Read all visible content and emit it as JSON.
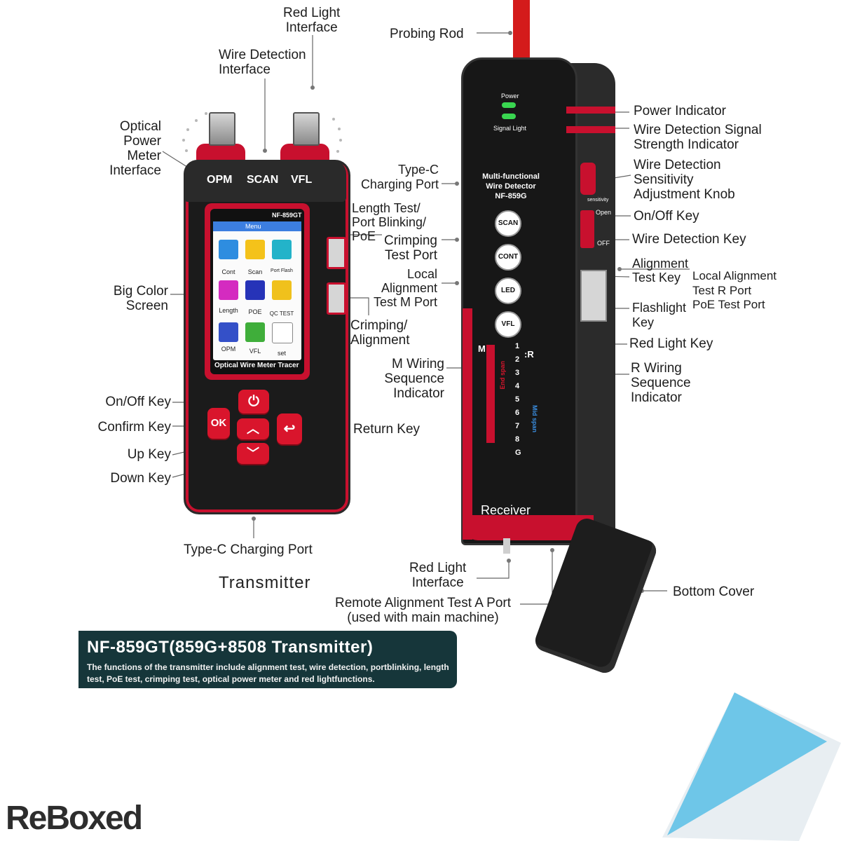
{
  "transmitter": {
    "top_labels": [
      "OPM",
      "SCAN",
      "VFL"
    ],
    "screen": {
      "model": "NF-859GT",
      "menu": "Menu",
      "tiles": [
        "Cont",
        "Scan",
        "Port Flash",
        "Length",
        "POE",
        "QC TEST",
        "OPM",
        "VFL",
        "set"
      ],
      "footer": "Optical Wire Meter Tracer"
    },
    "keys": {
      "ok": "OK"
    },
    "callouts": {
      "red_light_interface": "Red Light\nInterface",
      "wire_detection_interface": "Wire Detection\nInterface",
      "optical_power_meter_interface": "Optical\nPower\nMeter\nInterface",
      "big_color_screen": "Big Color\nScreen",
      "length_test": "Length Test/\nPort Blinking/\nPoE",
      "crimping_alignment": "Crimping/\nAlignment",
      "onoff_key": "On/Off Key",
      "confirm_key": "Confirm Key",
      "up_key": "Up Key",
      "down_key": "Down Key",
      "return_key": "Return Key",
      "type_c": "Type-C Charging Port",
      "name": "Transmitter"
    }
  },
  "receiver": {
    "power_small": "Power",
    "signal_small": "Signal Light",
    "model": "Multi-functional\nWire Detector\nNF-859G",
    "buttons": [
      "SCAN",
      "CONT",
      "LED",
      "VFL"
    ],
    "sensitivity_small": "sensitivity",
    "open_small": "Open",
    "off_small": "OFF",
    "m_label": "M:",
    "r_label": ":R",
    "end_span": "End span",
    "mid_span": "Mid span",
    "seq": [
      "1",
      "2",
      "3",
      "4",
      "5",
      "6",
      "7",
      "8",
      "G"
    ],
    "name_on_device": "Receiver",
    "callouts": {
      "probing_rod": "Probing Rod",
      "power_indicator": "Power Indicator",
      "wire_signal": "Wire Detection Signal\nStrength Indicator",
      "sensitivity_knob": "Wire Detection\nSensitivity\nAdjustment Knob",
      "onoff_key": "On/Off Key",
      "wire_detection_key": "Wire Detection Key",
      "type_c": "Type-C\nCharging Port",
      "crimping_test_port": "Crimping\nTest Port",
      "local_alignment_m": "Local\nAlignment\nTest M Port",
      "alignment_test_key": "Alignment\nTest Key",
      "local_alignment_r": "Local Alignment\nTest R Port",
      "poe_test_port": "PoE Test Port",
      "flashlight_key": "Flashlight\nKey",
      "red_light_key": "Red Light Key",
      "m_wiring": "M Wiring\nSequence\nIndicator",
      "r_wiring": "R Wiring\nSequence\nIndicator",
      "red_light_interface": "Red Light\nInterface",
      "remote_alignment": "Remote Alignment Test A Port\n(used with main machine)",
      "bottom_cover": "Bottom Cover"
    }
  },
  "banner": {
    "title": "NF-859GT(859G+8508 Transmitter)",
    "description": "The functions of the transmitter include alignment test, wire detection, portblinking, length test, PoE test, crimping test, optical power meter and red lightfunctions."
  },
  "logo": "ReBoxed",
  "colors": {
    "accent_red": "#c8102e",
    "banner_bg": "#16363a",
    "corner_blue": "#6ec6e8"
  }
}
